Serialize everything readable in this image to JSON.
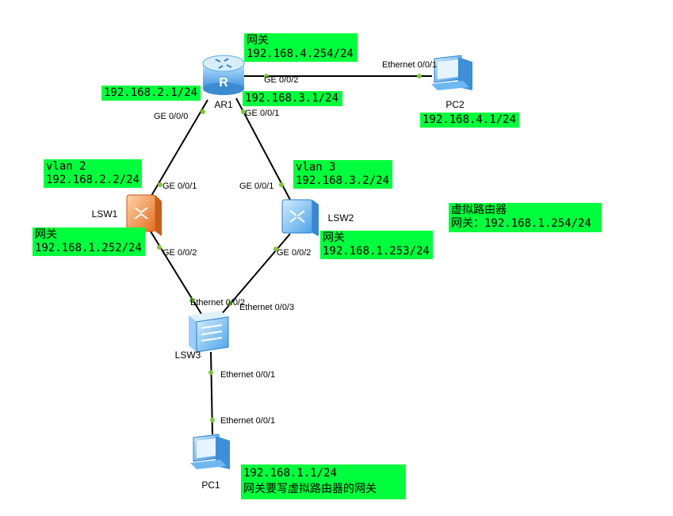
{
  "devices": {
    "ar1": "AR1",
    "lsw1": "LSW1",
    "lsw2": "LSW2",
    "lsw3": "LSW3",
    "pc1": "PC1",
    "pc2": "PC2",
    "router_glyph": "R"
  },
  "ports": {
    "ar1_ge000": "GE 0/0/0",
    "ar1_ge001": "GE 0/0/1",
    "ar1_ge002": "GE 0/0/2",
    "pc2_eth": "Ethernet 0/0/1",
    "lsw1_ge001": "GE 0/0/1",
    "lsw1_ge002": "GE 0/0/2",
    "lsw2_ge001": "GE 0/0/1",
    "lsw2_ge002": "GE 0/0/2",
    "lsw3_eth002": "Ethernet 0/0/2",
    "lsw3_eth003": "Ethernet 0/0/3",
    "lsw3_eth001": "Ethernet 0/0/1",
    "pc1_eth001": "Ethernet 0/0/1"
  },
  "notes": {
    "ar1_gateway_l1": "网关",
    "ar1_gateway_l2": "192.168.4.254/24",
    "ar1_left_ip": "192.168.2.1/24",
    "ar1_right_ip": "192.168.3.1/24",
    "pc2_ip": "192.168.4.1/24",
    "lsw1_vlan_l1": "vlan 2",
    "lsw1_vlan_l2": "192.168.2.2/24",
    "lsw1_gw_l1": "网关",
    "lsw1_gw_l2": "192.168.1.252/24",
    "lsw2_vlan_l1": "vlan 3",
    "lsw2_vlan_l2": "192.168.3.2/24",
    "lsw2_gw_l1": "网关",
    "lsw2_gw_l2": "192.168.1.253/24",
    "vrrp_l1": "虚拟路由器",
    "vrrp_l2": "网关：192.168.1.254/24",
    "pc1_ip": "192.168.1.1/24",
    "pc1_note": "网关要写虚拟路由器的网关"
  },
  "colors": {
    "note_bg": "#00ff3c",
    "link_dot": "#7ec83a",
    "router_blue": "#4aa3e8",
    "switch_blue": "#5ab4ee",
    "core_orange": "#f08a3c"
  }
}
